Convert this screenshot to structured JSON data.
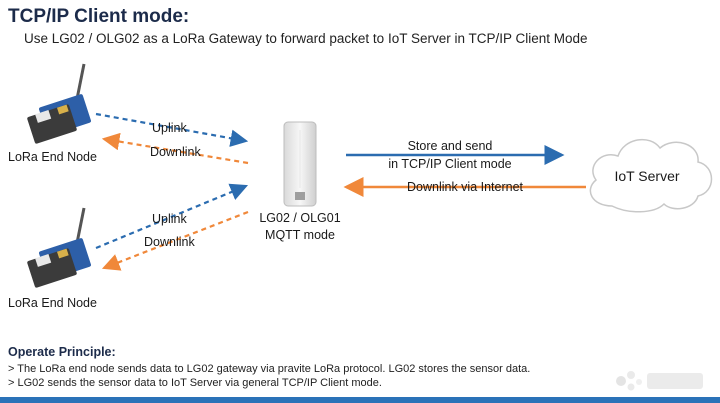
{
  "title": "TCP/IP Client mode:",
  "subtitle": "Use LG02 / OLG02 as a LoRa Gateway to forward packet to IoT Server in TCP/IP Client Mode",
  "end_node_top": {
    "label": "LoRa End Node"
  },
  "end_node_bottom": {
    "label": "LoRa End Node"
  },
  "links_top": {
    "uplink": "Uplink",
    "downlink": "Downlink"
  },
  "links_bottom": {
    "uplink": "Uplink",
    "downlink": "Downlink"
  },
  "gateway": {
    "line1": "LG02 / OLG01",
    "line2": "MQTT mode"
  },
  "server_link": {
    "store_line1": "Store and send",
    "store_line2": "in TCP/IP Client mode",
    "downlink": "Downlink via Internet"
  },
  "server": {
    "label": "IoT Server"
  },
  "principle": {
    "title": "Operate Principle:",
    "items": [
      "> The LoRa end node sends data to LG02 gateway via pravite LoRa protocol. LG02 stores the sensor data.",
      "> LG02 sends the sensor data to IoT Server via general TCP/IP Client mode."
    ]
  },
  "colors": {
    "uplink": "#2b6cb0",
    "downlink": "#f0883a",
    "title": "#1c2b4a",
    "bottom_bar": "#2a72b8"
  },
  "icons": [
    "lora-end-node-icon",
    "gateway-device-icon",
    "cloud-icon",
    "avito-watermark-icon"
  ]
}
